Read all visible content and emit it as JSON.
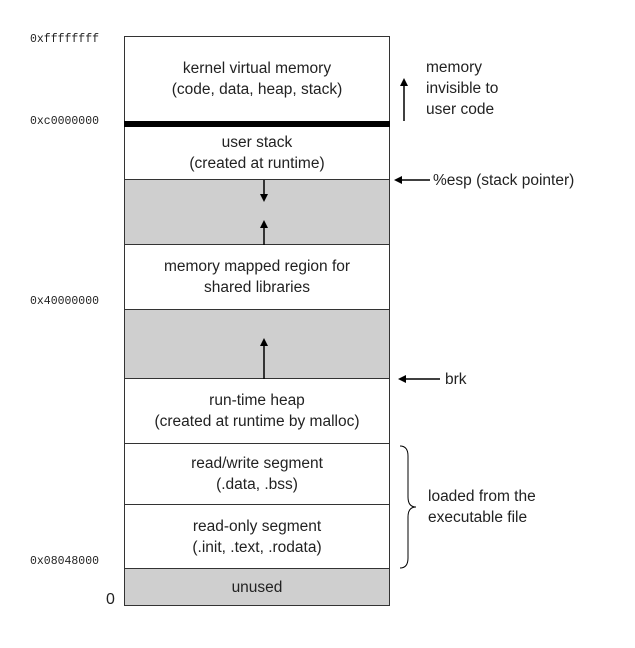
{
  "addresses": {
    "kernel_top": "0xffffffff",
    "kernel_base": "0xc0000000",
    "shared_libs": "0x40000000",
    "program_start": "0x08048000",
    "zero": "0"
  },
  "segments": {
    "kernel": {
      "line1": "kernel virtual memory",
      "line2": "(code, data, heap, stack)"
    },
    "user_stack": {
      "line1": "user stack",
      "line2": "(created at runtime)"
    },
    "mmap": {
      "line1": "memory mapped region for",
      "line2": "shared libraries"
    },
    "heap": {
      "line1": "run-time heap",
      "line2": "(created at runtime by malloc)"
    },
    "rw": {
      "line1": "read/write segment",
      "line2": "(.data, .bss)"
    },
    "ro": {
      "line1": "read-only segment",
      "line2": "(.init, .text, .rodata)"
    },
    "unused": {
      "line1": "unused"
    }
  },
  "annotations": {
    "invisible": {
      "line1": "memory",
      "line2": "invisible to",
      "line3": "user code"
    },
    "esp": "%esp (stack pointer)",
    "brk": "brk",
    "loaded": {
      "line1": "loaded from the",
      "line2": "executable file"
    }
  }
}
